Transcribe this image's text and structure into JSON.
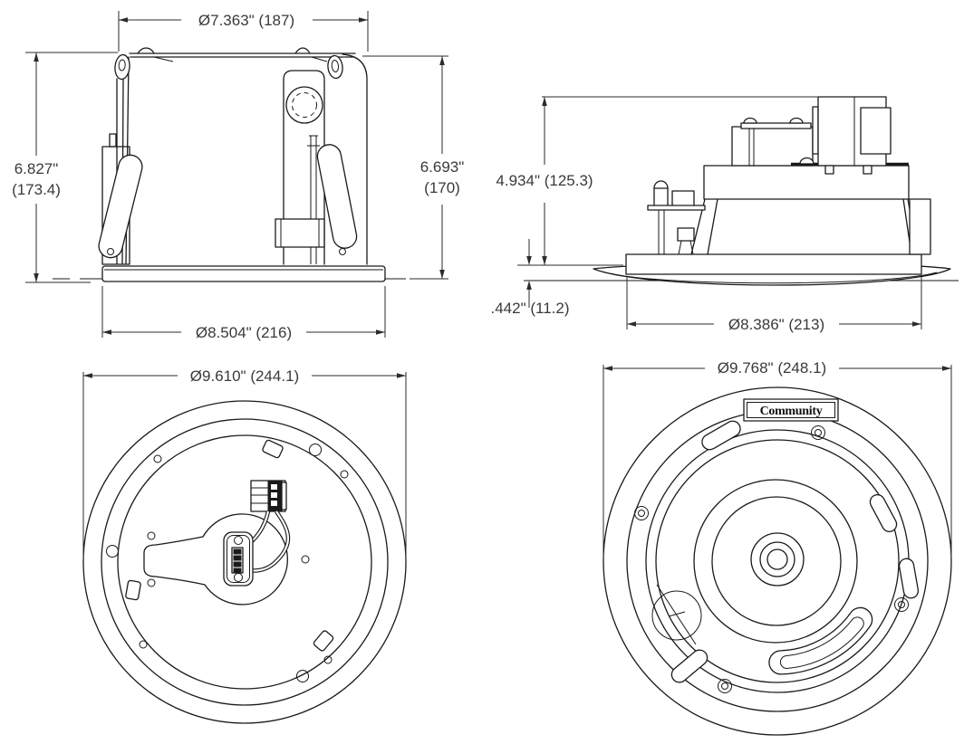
{
  "page": {
    "background": "#ffffff",
    "line_color": "#1a1a1a",
    "text_color": "#3a3a3e"
  },
  "views": {
    "side_can": {
      "top_diameter": "Ø7.363\" (187)",
      "left_height_in": "6.827\"",
      "left_height_mm": "(173.4)",
      "right_height_in": "6.693\"",
      "right_height_mm": "(170)",
      "bottom_diameter": "Ø8.504\" (216)"
    },
    "side_profile": {
      "height_above_ceiling": "4.934\" (125.3)",
      "trim_protrusion": ".442\" (11.2)",
      "cutout_diameter": "Ø8.386\" (213)"
    },
    "rear": {
      "overall_diameter": "Ø9.610\" (244.1)"
    },
    "front": {
      "overall_diameter": "Ø9.768\" (248.1)",
      "logo_text": "Community"
    }
  }
}
